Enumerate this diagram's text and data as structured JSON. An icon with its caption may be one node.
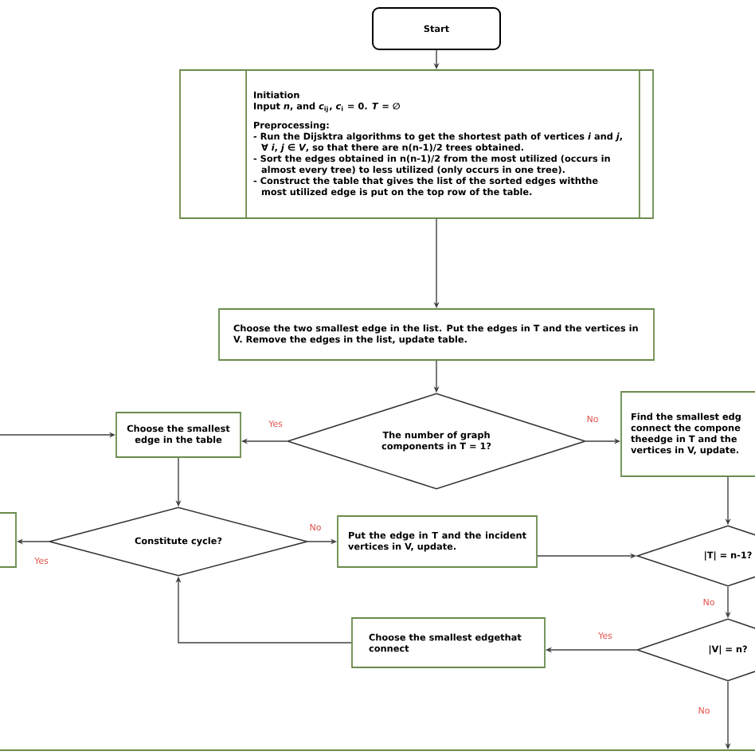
{
  "diagram": {
    "nodes": [
      {
        "text": [
          "Start"
        ]
      },
      {
        "text": [
          "Initiation",
          "Input *n*, and *c*$_{ij}$, *c*$_{i}$ = 0.  *T* = ∅",
          "Preprocessing:",
          "- Run the Dijsktra algorithms to get the shortest path of vertices *i* and *j*, ∀ *i*, *j* ∈ *V*, so that there are n(n-1)/2 trees obtained.",
          "- Sort the edges obtained in n(n-1)/2 from the most utilized (occurs in almost every tree) to less utilized (only occurs in one tree).",
          "- Construct the table that gives the list of the sorted edges withthe most utilized edge is put on the top row of the table."
        ]
      },
      {
        "text": [
          "Choose the two smallest edge in the list. Put the edges in T and the vertices in V. Remove the edges in the list, update table."
        ]
      },
      {
        "text": [
          "The number of graph components in T = 1?"
        ]
      },
      {
        "text": [
          "Choose the smallest edge in the table"
        ]
      },
      {
        "text": [
          "Find the smallest edg connect the compone theedge in T and the vertices in V, update."
        ]
      },
      {
        "text": [
          "Constitute cycle?"
        ]
      },
      {
        "text": [
          "Put the edge in T and the incident vertices in V, update."
        ]
      },
      {
        "text": [
          "|T| = n-1?"
        ]
      },
      {
        "text": [
          "|V| = n?"
        ]
      },
      {
        "text": [
          "Choose the smallest edgethat connect"
        ]
      },
      {
        "text": [],
        "shape": "box"
      },
      {
        "text": [],
        "shape": "box"
      }
    ],
    "edges": [
      {
        "from": 0,
        "to": 1,
        "arrow": "to"
      },
      {
        "from": 1,
        "to": 2,
        "arrow": "to"
      },
      {
        "from": 2,
        "to": 3,
        "arrow": "to"
      },
      {
        "from": 3,
        "to": 4,
        "arrow": "to",
        "label": "Yes"
      },
      {
        "from": 3,
        "to": 5,
        "arrow": "to",
        "label": "No"
      },
      {
        "from": 4,
        "to": 6,
        "arrow": "to"
      },
      {
        "from": 6,
        "to": 11,
        "arrow": "to",
        "label": "Yes"
      },
      {
        "from": 6,
        "to": 7,
        "arrow": "to",
        "label": "No"
      },
      {
        "from": 7,
        "to": 8,
        "arrow": "to"
      },
      {
        "from": 5,
        "to": 8,
        "arrow": "to"
      },
      {
        "from": 8,
        "to": 9,
        "arrow": "to",
        "label": "No"
      },
      {
        "from": 9,
        "to": 10,
        "arrow": "to",
        "label": "Yes"
      },
      {
        "from": 10,
        "to": 6,
        "arrow": "to"
      },
      {
        "from": null,
        "to": 4,
        "arrow": "to"
      },
      {
        "from": 9,
        "to": 12,
        "arrow": "to",
        "label": "No"
      }
    ]
  }
}
